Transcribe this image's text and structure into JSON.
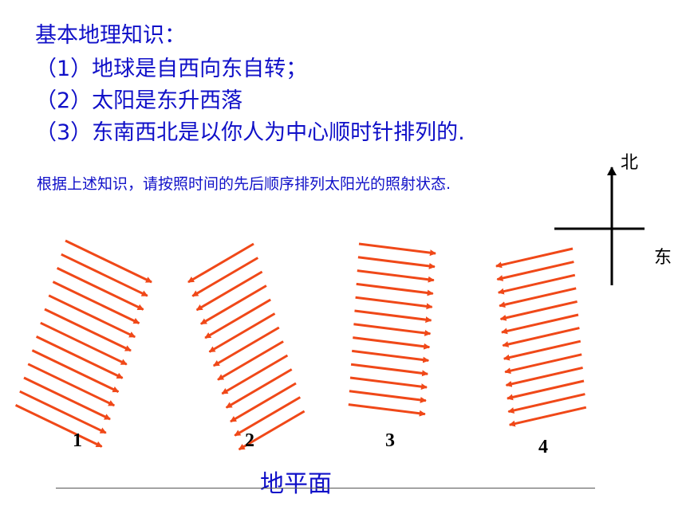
{
  "heading": "基本地理知识：",
  "facts": [
    "（1）地球是自西向东自转；",
    "（2）太阳是东升西落",
    "（3）东南西北是以你人为中心顺时针排列的."
  ],
  "instruction": "根据上述知识，请按照时间的先后顺序排列太阳光的照射状态.",
  "compass": {
    "north": "北",
    "east": "东"
  },
  "groups": [
    {
      "label": "1"
    },
    {
      "label": "2"
    },
    {
      "label": "3"
    },
    {
      "label": "4"
    }
  ],
  "ground_label": "地平面",
  "colors": {
    "text": "#1010c8",
    "arrow": "#f04818"
  }
}
